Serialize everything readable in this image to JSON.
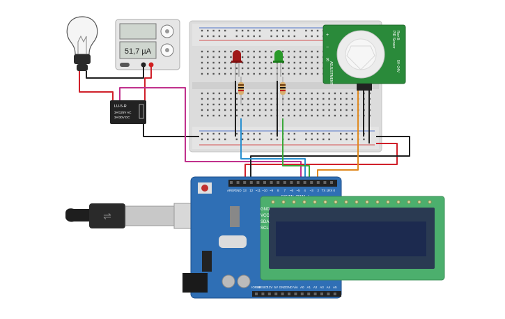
{
  "power_supply": {
    "readout": "51,7 µA"
  },
  "relay": {
    "model": "LU-5-R",
    "rating_ac": "3A/125V AC",
    "rating_dc": "3A/30V DC"
  },
  "pir_sensor": {
    "title": "PIR Sensor",
    "rev": "Rev B",
    "pin_labels": [
      "+",
      "−",
      "S"
    ],
    "adj_label": "ADJUSTMENT",
    "voltage": "5V~24V"
  },
  "lcd": {
    "pin_labels": [
      "GND",
      "VCC",
      "SDA",
      "SCL"
    ]
  },
  "arduino": {
    "digital_label": "DIGITAL (PWM ~)",
    "header_top": [
      "AREF",
      "GND",
      "13",
      "12",
      "~11",
      "~10",
      "~9",
      "8",
      "7",
      "~6",
      "~5",
      "4",
      "~3",
      "2",
      "TX 1",
      "RX 0"
    ],
    "header_bottom": [
      "IOREF",
      "RESET",
      "3.3V",
      "5V",
      "GND",
      "GND",
      "Vin",
      "A0",
      "A1",
      "A2",
      "A3",
      "A4",
      "A5"
    ]
  },
  "colors": {
    "board": "#2f6fb5",
    "lcd_frame": "#4caf6d",
    "lcd_screen": "#1c2a4f",
    "pir_pcb": "#2a8a3a",
    "wire_red": "#d0202a",
    "wire_black": "#202020",
    "wire_magenta": "#c0308c",
    "wire_blue": "#2a90d0",
    "wire_green": "#3aa83a",
    "wire_orange": "#e08a20",
    "wire_yellow": "#e0c020"
  }
}
